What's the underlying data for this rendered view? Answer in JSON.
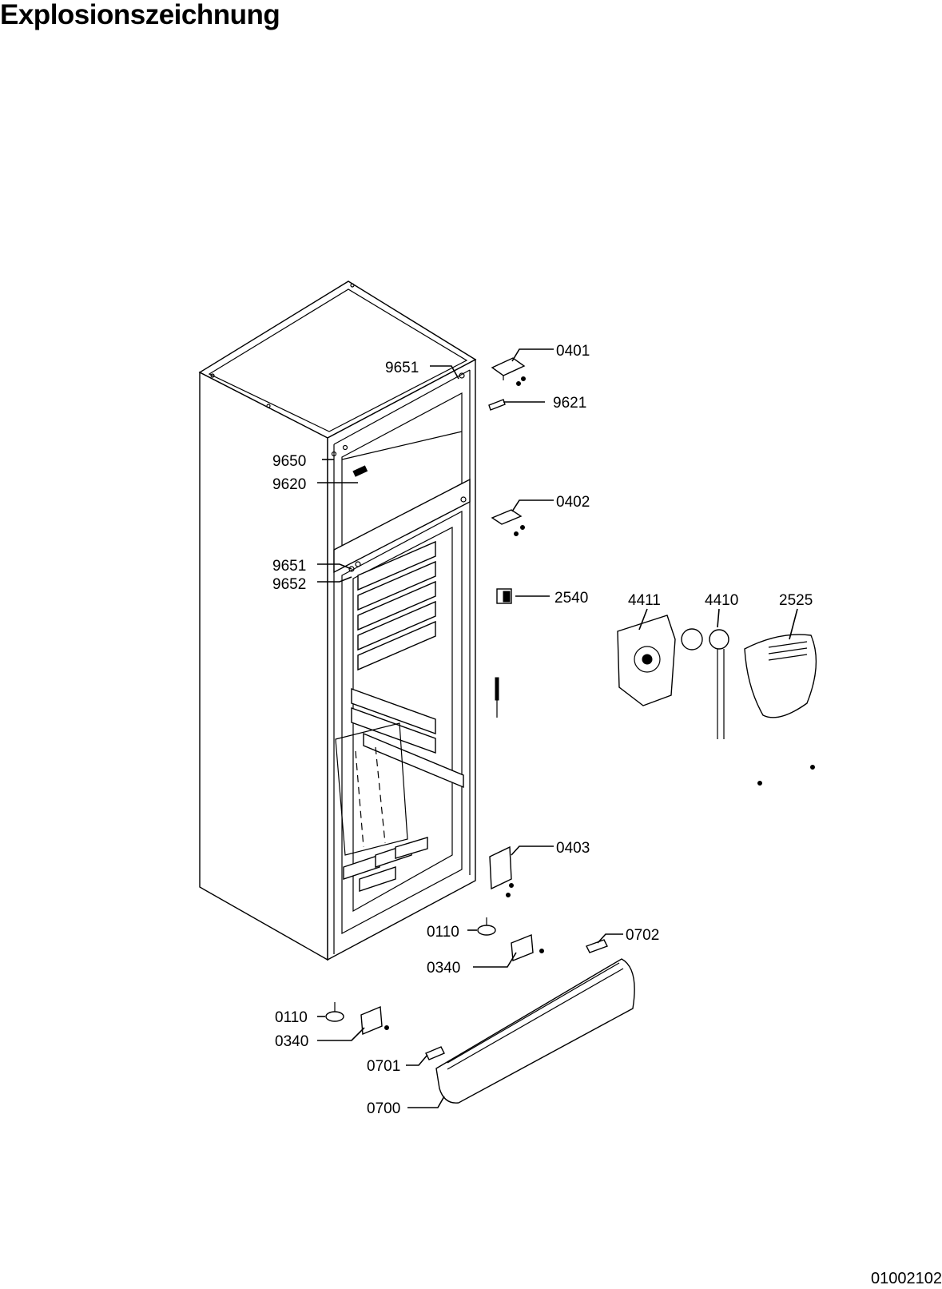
{
  "title": "Explosionszeichnung",
  "document_id": "01002102",
  "labels": {
    "p0401": "0401",
    "p9651_top": "9651",
    "p9621": "9621",
    "p9650": "9650",
    "p9620": "9620",
    "p0402": "0402",
    "p9651_mid": "9651",
    "p9652": "9652",
    "p2540": "2540",
    "p4411": "4411",
    "p4410": "4410",
    "p2525": "2525",
    "p0403": "0403",
    "p0110_a": "0110",
    "p0340_a": "0340",
    "p0702": "0702",
    "p0110_b": "0110",
    "p0340_b": "0340",
    "p0701": "0701",
    "p0700": "0700"
  }
}
